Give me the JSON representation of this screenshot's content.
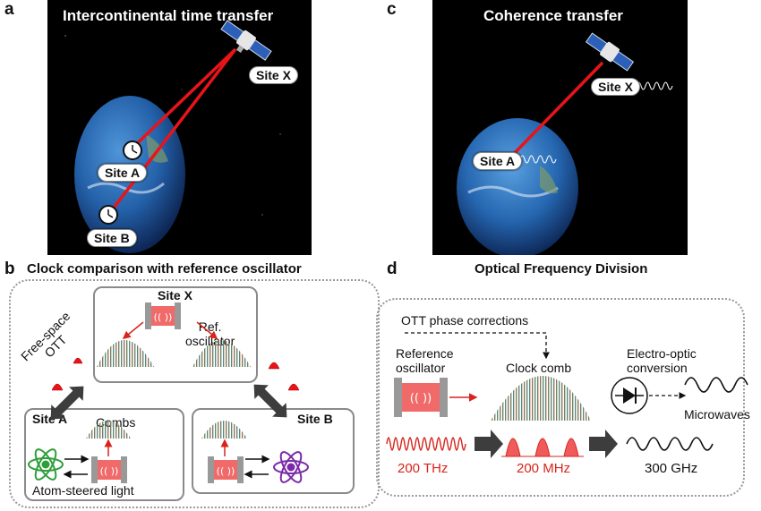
{
  "panel_a": {
    "letter": "a",
    "title": "Intercontinental time transfer",
    "site_x": "Site X",
    "site_a": "Site A",
    "site_b": "Site B"
  },
  "panel_b": {
    "letter": "b",
    "title": "Clock comparison with reference oscillator",
    "site_x": "Site X",
    "ref_osc": "Ref.\noscillator",
    "free_space_ott": "Free-space\nOTT",
    "site_a": "Site A",
    "site_b": "Site B",
    "combs": "Combs",
    "atom_steered": "Atom-steered light"
  },
  "panel_c": {
    "letter": "c",
    "title": "Coherence transfer",
    "site_x": "Site X",
    "site_a": "Site A"
  },
  "panel_d": {
    "letter": "d",
    "title": "Optical Frequency Division",
    "ott_phase": "OTT phase corrections",
    "reference_oscillator": "Reference\noscillator",
    "clock_comb": "Clock comb",
    "eo_conversion": "Electro-optic\nconversion",
    "microwaves": "Microwaves",
    "freq_200thz": "200 THz",
    "freq_200mhz": "200 MHz",
    "freq_300ghz": "300 GHz"
  },
  "colors": {
    "laser_red": "#e8141a",
    "bold_red": "#d8241c",
    "space_black": "#000000",
    "arrow_gray": "#3d3d3d",
    "atom_green": "#2e9e3a",
    "atom_purple": "#7a2aa8",
    "box_border": "#8a8a8a"
  }
}
